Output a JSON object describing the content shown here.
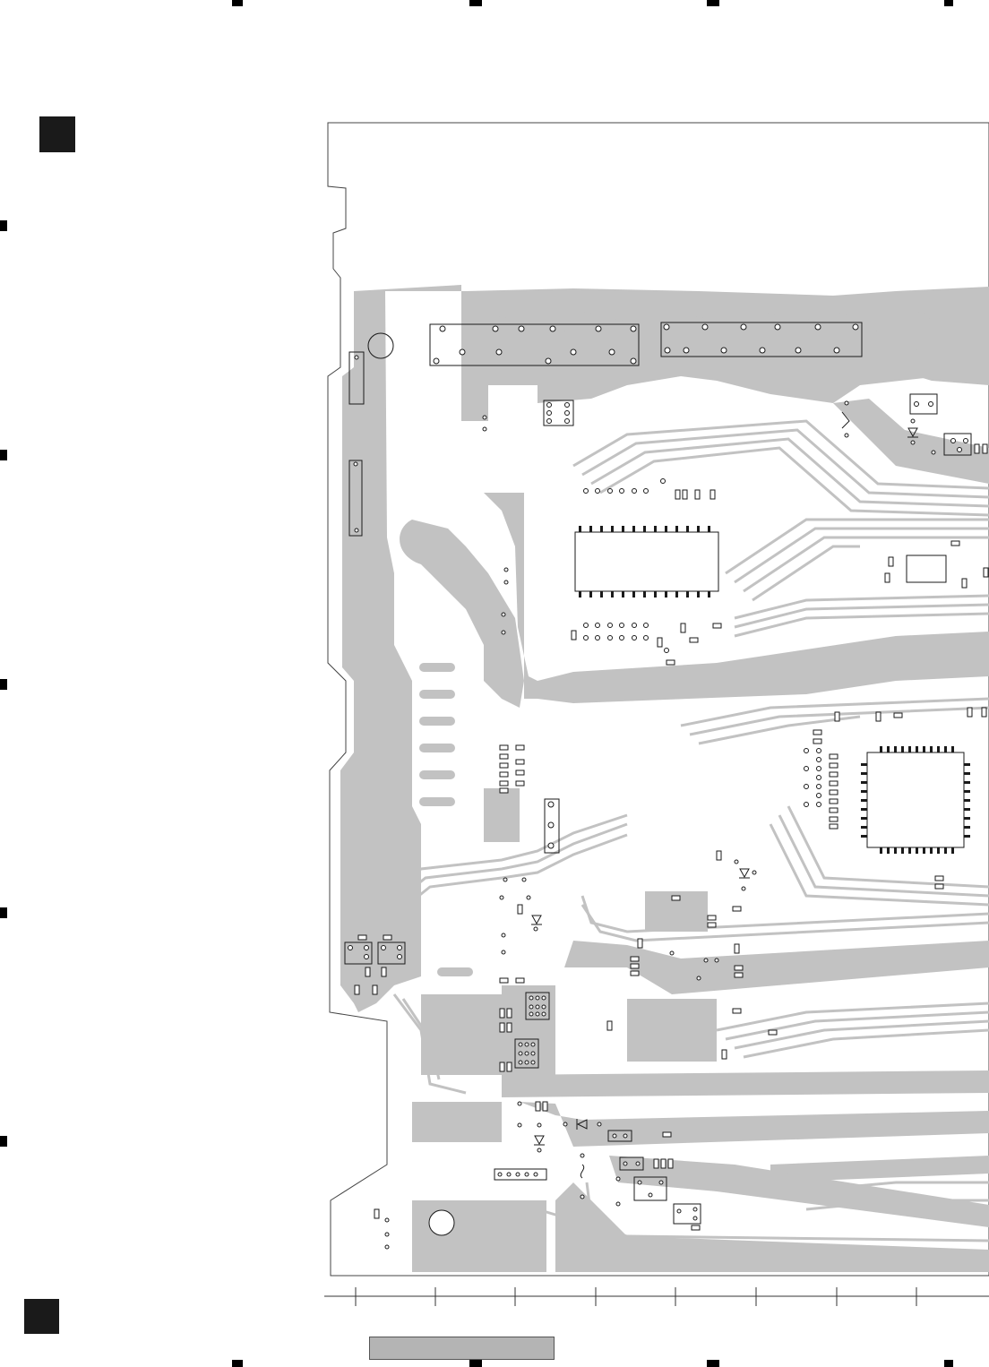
{
  "document": {
    "type": "pcb-layout-print",
    "colors": {
      "copper": "#c2c2c2",
      "board_outline": "#444444",
      "silkscreen": "#1a1a1a",
      "pad": "#ffffff",
      "background": "#ffffff",
      "footer_box": "#b4b4b4"
    },
    "icons": [
      "registration-mark",
      "page-index-block",
      "ruler-scale",
      "pcb-board-outline"
    ]
  }
}
